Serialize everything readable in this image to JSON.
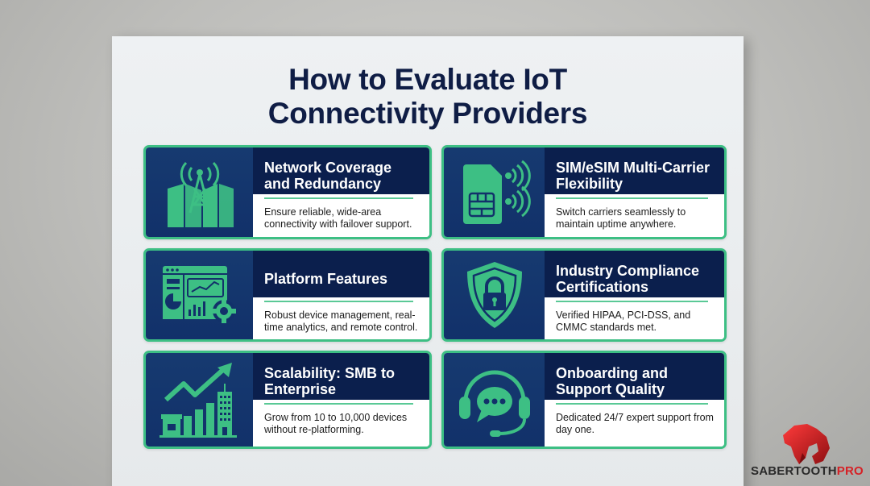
{
  "poster": {
    "title_line1": "How to Evaluate IoT",
    "title_line2": "Connectivity Providers"
  },
  "cards": [
    {
      "icon": "cell-tower-map-icon",
      "title": "Network Coverage and Redundancy",
      "description": "Ensure reliable, wide-area connectivity with failover support."
    },
    {
      "icon": "sim-card-wireless-icon",
      "title": "SIM/eSIM Multi-Carrier Flexibility",
      "description": "Switch carriers seamlessly to maintain uptime anywhere."
    },
    {
      "icon": "dashboard-gear-icon",
      "title": "Platform Features",
      "description": "Robust device management, real-time analytics, and remote control."
    },
    {
      "icon": "shield-lock-icon",
      "title": "Industry Compliance Certifications",
      "description": "Verified HIPAA, PCI-DSS, and CMMC standards met."
    },
    {
      "icon": "growth-chart-buildings-icon",
      "title": "Scalability: SMB to Enterprise",
      "description": "Grow from 10 to 10,000 devices without re-platforming."
    },
    {
      "icon": "headset-chat-icon",
      "title": "Onboarding and Support Quality",
      "description": "Dedicated 24/7 expert support from day one."
    }
  ],
  "brand": {
    "name_part1": "SABERTOOTH",
    "name_part2": "PRO",
    "logo_icon": "sabertooth-cat-icon"
  },
  "colors": {
    "accent_green": "#3dbf84",
    "navy_dark": "#0b1f4d",
    "navy_mid": "#15346a",
    "title_navy": "#0f1d45",
    "brand_red": "#d62126"
  }
}
